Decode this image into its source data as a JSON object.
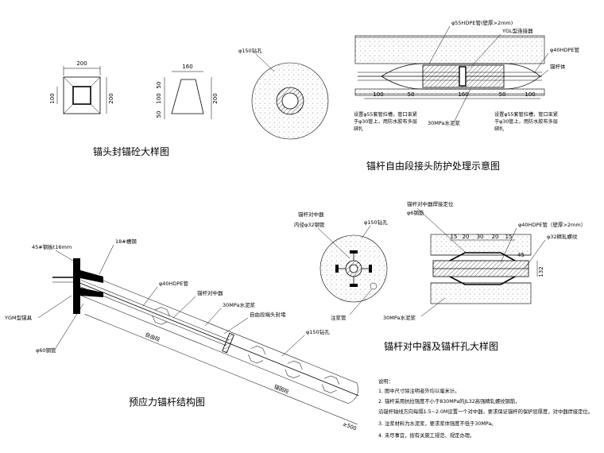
{
  "titles": {
    "anchor_head_seal": "锚头封锚砼大样图",
    "free_joint": "锚杆自由段接头防护处理示意图",
    "prestressed": "预应力锚杆结构图",
    "centralizer": "锚杆对中器及锚杆孔大样图"
  },
  "seal_detail": {
    "dims": {
      "top_width": "200",
      "left_height": "100",
      "right_height": "200",
      "trap_top": "160",
      "trap_left_1": "50",
      "trap_left_2": "100",
      "trap_left_3": "50",
      "trap_right": "200"
    }
  },
  "hole_circle_1": {
    "label": "φ150钻孔"
  },
  "joint_detail": {
    "labels": {
      "hdpe55": "φ55HDPE管(壁厚>2mm)",
      "ygl": "YGL型连接器",
      "hdpe40": "φ40HDPE管",
      "anchor_body": "锚杆体",
      "mortar": "30MPa水泥浆",
      "note_left": "设置φ55套管拉槽，管口束紧于φ30管上，用防水胶布多层绑扎",
      "note_right": "设置φ55套管拉槽，管口束紧于φ30管上，用防水胶布多层绑扎"
    },
    "dims": [
      "100",
      "50",
      "160",
      "50",
      "100"
    ]
  },
  "prestressed": {
    "labels": {
      "plate": "45#钢板t16mm",
      "rebar": "18#槽钢",
      "hdpe": "φ40HDPE管",
      "centralizer": "锚杆对中器",
      "mortar": "30MPa水泥浆",
      "seal": "自由段端头封堵",
      "hole": "φ150钻孔",
      "ygm": "YGM型锚具",
      "steel_pipe": "φ60钢管",
      "free_len": "自由段",
      "anchor_len": "锚固段",
      "end_len": "≥500"
    }
  },
  "centralizer_detail": {
    "labels": {
      "centralizer": "锚杆对中器",
      "inner_pipe": "内径φ32钢管",
      "hole": "φ150钻孔",
      "grout": "注浆管",
      "weld": "锚杆对中器焊接定位",
      "rebar6": "φ6钢筋",
      "hdpe": "φ40HDPE管（壁厚>2mm）",
      "bar32": "φ32精轧螺纹",
      "mortar": "30MPa水泥浆"
    },
    "dims": [
      "15",
      "20",
      "30",
      "20",
      "15"
    ],
    "side_dims": [
      "45",
      "132"
    ]
  },
  "notes": {
    "heading": "说明：",
    "items": [
      "1. 图中尺寸除注明者外均以毫米计。",
      "2. 锚杆采用抗拉强度不小于830MPa的JL32高强精轧螺纹钢筋，",
      "   沿锚杆轴线方向每隔1.5~2.0M设置一个对中器，要求保证锚杆的保护层厚度，对中器焊接定位。",
      "3. 注浆材料为水泥浆，要求浆体强度不低于30MPa。",
      "4. 未尽事宜，按有关施工规范、规定办理。"
    ]
  }
}
